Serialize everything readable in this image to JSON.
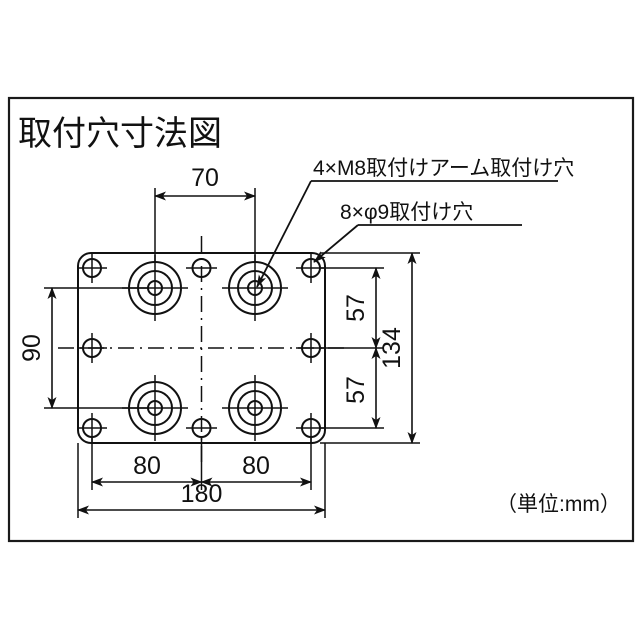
{
  "figure": {
    "title": "取付穴寸法図",
    "unit_note": "（単位:mm）",
    "background_color": "#ffffff",
    "line_color": "#111111"
  },
  "annotations": [
    {
      "id": "arm-mount-holes",
      "text": "4×M8取付けアーム取付け穴",
      "points_to": "upper-right M8 threaded arm mounting hole"
    },
    {
      "id": "phi9-mount-holes",
      "text": "8×φ9取付け穴",
      "points_to": "upper-right φ9 through hole"
    }
  ],
  "dimensions": {
    "top_70": {
      "value": "70",
      "orientation": "horizontal"
    },
    "left_90": {
      "value": "90",
      "orientation": "vertical"
    },
    "right_57_upper": {
      "value": "57",
      "orientation": "vertical"
    },
    "right_57_lower": {
      "value": "57",
      "orientation": "vertical"
    },
    "right_134": {
      "value": "134",
      "orientation": "vertical"
    },
    "bottom_80_left": {
      "value": "80",
      "orientation": "horizontal"
    },
    "bottom_80_right": {
      "value": "80",
      "orientation": "horizontal"
    },
    "bottom_180": {
      "value": "180",
      "orientation": "horizontal"
    }
  },
  "chart_data": {
    "type": "diagram",
    "title": "取付穴寸法図",
    "subtitle": "（単位:mm）",
    "plate": {
      "width_mm": 180,
      "height_mm": 134,
      "corner_style": "rounded"
    },
    "hole_groups": [
      {
        "name": "4×M8取付けアーム取付け穴",
        "count": 4,
        "thread": "M8",
        "pattern": "rectangular",
        "spacing_x_mm": 70,
        "spacing_y_mm": 90
      },
      {
        "name": "8×φ9取付け穴",
        "count": 8,
        "diameter_mm": 9,
        "pattern": "perimeter",
        "column_spacing_mm": [
          80,
          80
        ],
        "row_spacing_mm": [
          57,
          57
        ]
      }
    ],
    "labeled_dimensions": [
      "70",
      "90",
      "57",
      "57",
      "134",
      "80",
      "80",
      "180"
    ]
  }
}
